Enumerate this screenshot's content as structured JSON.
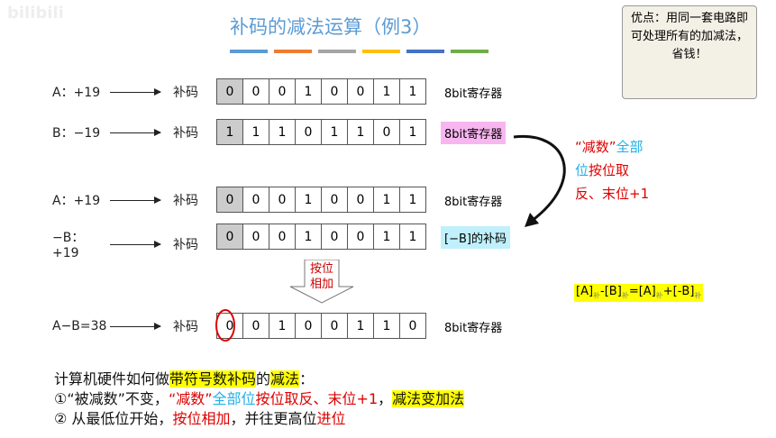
{
  "watermark": "bilibili",
  "title": "补码的减法运算（例3）",
  "title_bar_colors": [
    "#5b9bd5",
    "#ed7d31",
    "#a5a5a5",
    "#ffc000",
    "#4472c4",
    "#70ad47"
  ],
  "note": "优点：用同一套电路即可处理所有的加减法，省钱！",
  "rows": [
    {
      "label": "A：+19",
      "code": "补码",
      "bits": [
        "0",
        "0",
        "0",
        "1",
        "0",
        "0",
        "1",
        "1"
      ],
      "reg_label": "8bit寄存器",
      "reg_bg": "#ffffff"
    },
    {
      "label": "B：−19",
      "code": "补码",
      "bits": [
        "1",
        "1",
        "1",
        "0",
        "1",
        "1",
        "0",
        "1"
      ],
      "reg_label": "8bit寄存器",
      "reg_bg": "#f7b6f0"
    },
    {
      "label": "A：+19",
      "code": "补码",
      "bits": [
        "0",
        "0",
        "0",
        "1",
        "0",
        "0",
        "1",
        "1"
      ],
      "reg_label": "8bit寄存器",
      "reg_bg": "#ffffff"
    },
    {
      "label": "−B：+19",
      "code": "补码",
      "bits": [
        "0",
        "0",
        "0",
        "1",
        "0",
        "0",
        "1",
        "1"
      ],
      "reg_label": "[−B]的补码",
      "reg_bg": "#bff0fb"
    },
    {
      "label": "A−B=38",
      "code": "补码",
      "bits": [
        "0",
        "0",
        "1",
        "0",
        "0",
        "1",
        "1",
        "0"
      ],
      "reg_label": "8bit寄存器",
      "reg_bg": "#ffffff"
    }
  ],
  "add_button": {
    "line1": "按位",
    "line2": "相加"
  },
  "side": {
    "q": "“减数”",
    "b1": "全部",
    "b2": "位",
    "r1": "按位取",
    "r2": "反、末位+1"
  },
  "formula": {
    "a": "[A]",
    "s": "补",
    "m": "-[B]",
    "eq": "=[A]",
    "p": "+[-B]"
  },
  "bottom": {
    "l1a": "计算机硬件如何做",
    "l1b": "带符号数补码",
    "l1c": "的",
    "l1d": "减法",
    "l1e": "：",
    "l2a": "①“被减数”不变，",
    "l2b": "“减数”",
    "l2c": "全部位",
    "l2d": "按位取反、末位+1",
    "l2e": "，",
    "l2f": "减法变加法",
    "l3a": "② 从最低位开始，",
    "l3b": "按位相加",
    "l3c": "，并往更高位",
    "l3d": "进位"
  }
}
